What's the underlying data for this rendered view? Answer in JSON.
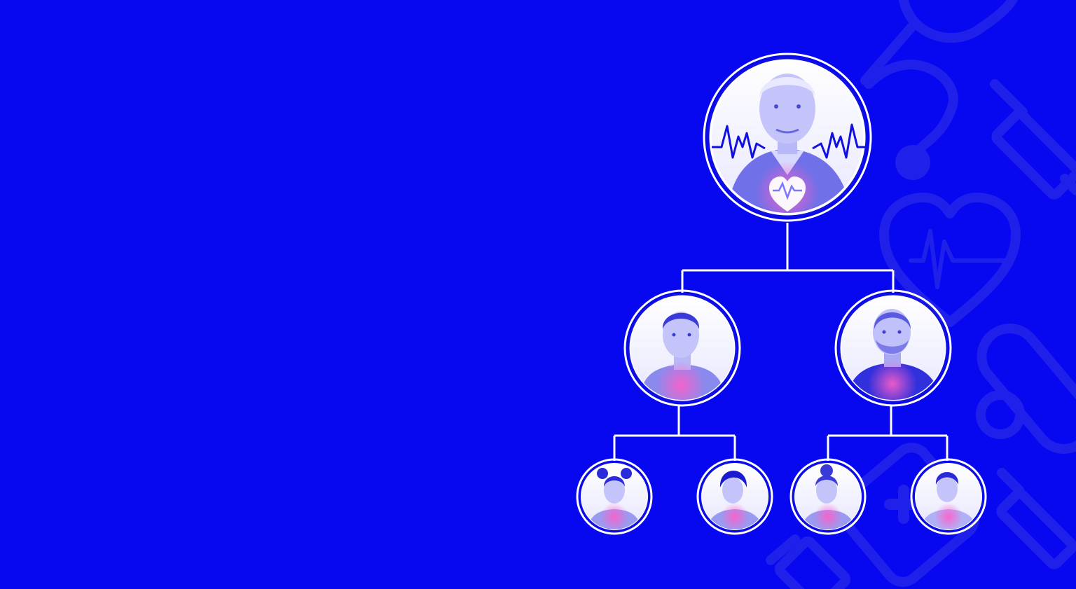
{
  "colors": {
    "background": "#0707f0",
    "line": "#ffffff",
    "tint": "#2a2af5",
    "glow": "#ff5fc8",
    "decor": "#2424ea"
  },
  "tree": {
    "root": {
      "subject": "elderly-man",
      "icons": [
        "ecg-line-icon",
        "heart-pulse-icon"
      ]
    },
    "parents": [
      {
        "subject": "woman"
      },
      {
        "subject": "bearded-man"
      }
    ],
    "grandchildren": [
      {
        "subject": "young-woman-buns"
      },
      {
        "subject": "teen"
      },
      {
        "subject": "young-woman-bun"
      },
      {
        "subject": "young-man"
      }
    ]
  },
  "decor_icons": [
    "stethoscope-icon",
    "syringe-icon",
    "heart-pulse-icon",
    "pill-capsule-icon",
    "first-aid-kit-icon"
  ]
}
